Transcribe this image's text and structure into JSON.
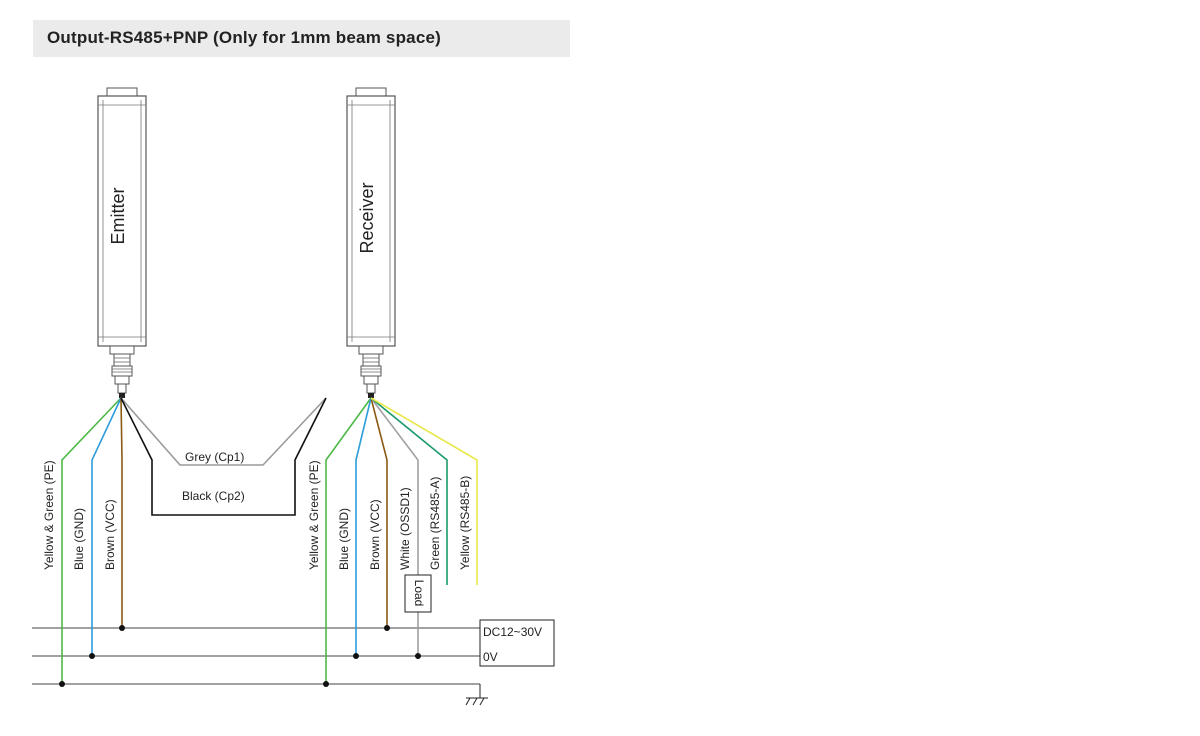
{
  "title": "Output-RS485+PNP (Only for 1mm beam space)",
  "emitter": {
    "label": "Emitter",
    "wires": [
      "Yellow & Green (PE)",
      "Blue (GND)",
      "Brown (VCC)"
    ]
  },
  "receiver": {
    "label": "Receiver",
    "wires": [
      "Yellow & Green (PE)",
      "Blue (GND)",
      "Brown (VCC)",
      "White (OSSD1)",
      "Green (RS485-A)",
      "Yellow (RS485-B)"
    ]
  },
  "sync_wires": {
    "grey": "Grey (Cp1)",
    "black": "Black (Cp2)"
  },
  "load_label": "Load",
  "power_supply": {
    "positive": "DC12~30V",
    "negative": "0V"
  },
  "colors": {
    "yellow_green": "#4cb946",
    "blue": "#2d9cdb",
    "brown": "#8b5a14",
    "grey": "#9a9a9a",
    "black": "#111111",
    "white_wire": "#a0a0a0",
    "green": "#1a9a6a",
    "yellow": "#e8e84a"
  },
  "icons": [
    "ground-icon",
    "connector-icon"
  ]
}
